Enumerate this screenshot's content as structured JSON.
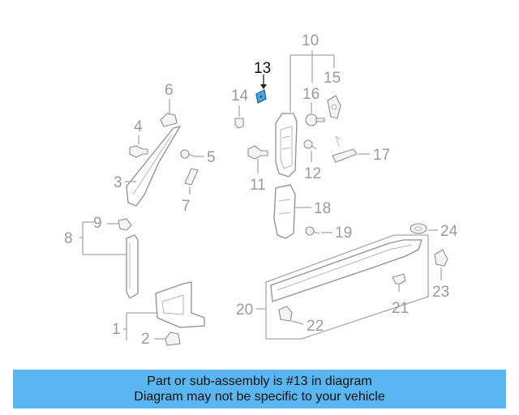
{
  "callouts": {
    "c1": "1",
    "c2": "2",
    "c3": "3",
    "c4": "4",
    "c5": "5",
    "c6": "6",
    "c7": "7",
    "c8": "8",
    "c9": "9",
    "c10": "10",
    "c11": "11",
    "c12": "12",
    "c13": "13",
    "c14": "14",
    "c15": "15",
    "c16": "16",
    "c17": "17",
    "c18": "18",
    "c19": "19",
    "c20": "20",
    "c21": "21",
    "c22": "22",
    "c23": "23",
    "c24": "24"
  },
  "highlight": {
    "color": "#4aa8e8"
  },
  "banner": {
    "line1": "Part or sub-assembly is #13 in diagram",
    "line2": "Diagram may not be specific to your vehicle",
    "color": "#5ab6f0"
  }
}
